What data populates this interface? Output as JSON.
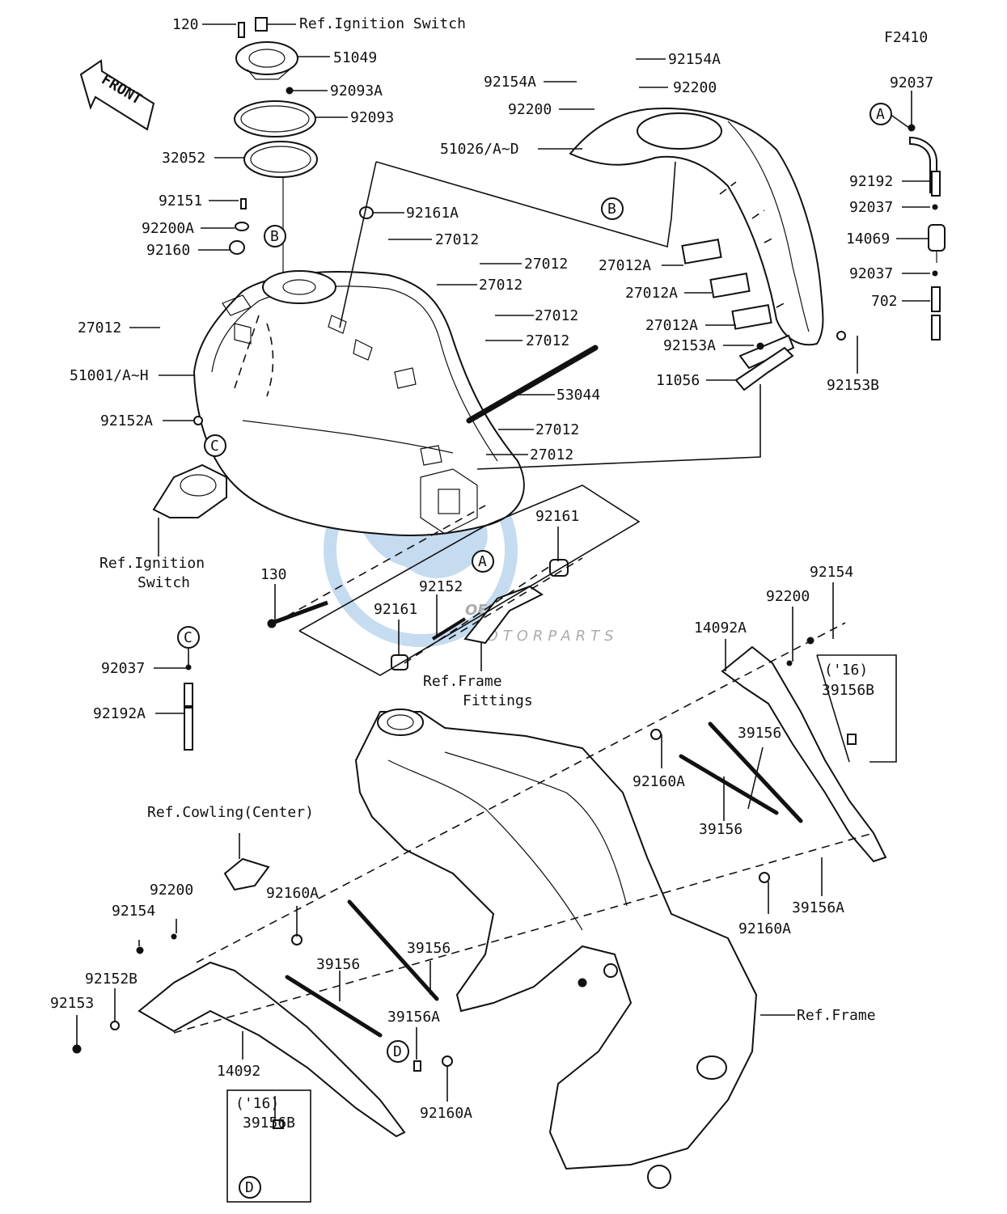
{
  "diagram_code": "F2410",
  "watermark": {
    "brand": "OEM",
    "sub": "MOTORPARTS",
    "color": "#5b9bd5"
  },
  "front_badge": "FRONT",
  "callouts": {
    "A": "A",
    "B": "B",
    "C": "C",
    "D": "D"
  },
  "labels": {
    "p120": "120",
    "ref_ignition_switch_top": "Ref.Ignition Switch",
    "p51049": "51049",
    "p92093A": "92093A",
    "p92093": "92093",
    "p32052": "32052",
    "p92151": "92151",
    "p92200A": "92200A",
    "p92160": "92160",
    "p92161A": "92161A",
    "p27012_a": "27012",
    "p27012_b": "27012",
    "p27012_c": "27012",
    "p27012_d": "27012",
    "p27012_e": "27012",
    "p27012_f": "27012",
    "p27012_g": "27012",
    "p27012_h": "27012",
    "p51001": "51001/A~H",
    "p92152A": "92152A",
    "ref_ignition_switch_l1": "Ref.Ignition",
    "ref_ignition_switch_l2": "Switch",
    "p53044": "53044",
    "p92154A_a": "92154A",
    "p92154A_b": "92154A",
    "p92200_a": "92200",
    "p92200_b": "92200",
    "p51026": "51026/A~D",
    "p27012A_a": "27012A",
    "p27012A_b": "27012A",
    "p27012A_c": "27012A",
    "p92153A": "92153A",
    "p11056": "11056",
    "p92153B": "92153B",
    "p92037_a": "92037",
    "p92192": "92192",
    "p92037_b": "92037",
    "p14069": "14069",
    "p92037_c": "92037",
    "p702": "702",
    "p130": "130",
    "p92161_a": "92161",
    "p92152": "92152",
    "p92161_b": "92161",
    "ref_frame_fittings_l1": "Ref.Frame",
    "ref_frame_fittings_l2": "Fittings",
    "p92037_d": "92037",
    "p92192A": "92192A",
    "p14092A": "14092A",
    "p92200_c": "92200",
    "p92154_a": "92154",
    "year16_a": "('16)",
    "p39156B_a": "39156B",
    "p39156_a": "39156",
    "p92160A_a": "92160A",
    "p39156_b": "39156",
    "ref_cowling": "Ref.Cowling(Center)",
    "p92200_d": "92200",
    "p92154_b": "92154",
    "p92160A_b": "92160A",
    "p39156_c": "39156",
    "p39156_d": "39156",
    "p92152B": "92152B",
    "p92153": "92153",
    "p39156A_a": "39156A",
    "p14092": "14092",
    "p92160A_c": "92160A",
    "p92160A_d": "92160A",
    "p39156A_b": "39156A",
    "ref_frame": "Ref.Frame",
    "year16_b": "('16)",
    "p39156B_b": "39156B"
  }
}
